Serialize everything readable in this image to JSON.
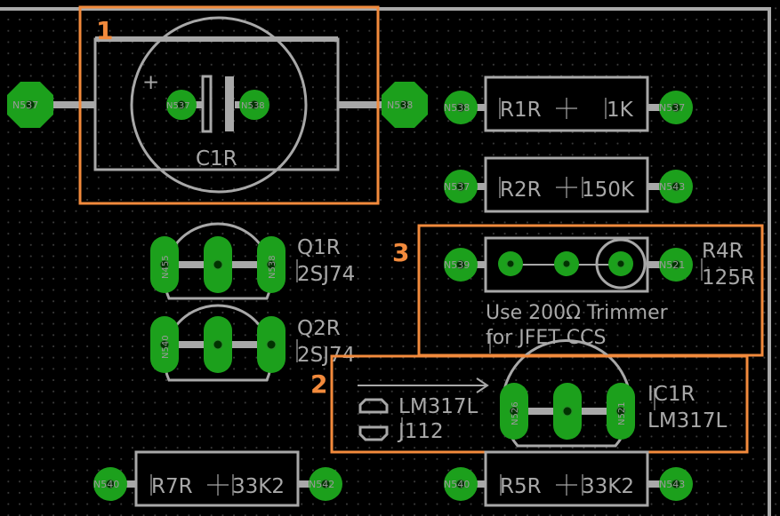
{
  "highlights": {
    "box1_number": "1",
    "box2_number": "2",
    "box3_number": "3"
  },
  "pads": {
    "n537_left": "N537",
    "n537_cap": "N537",
    "n538_cap": "N538",
    "n538_right": "N538",
    "r1_left": "N538",
    "r1_right": "N537",
    "r2_left": "N537",
    "r2_right": "N543",
    "q1_a": "N455",
    "q1_c": "N538",
    "q2_a": "N540",
    "r4_left": "N539",
    "r4_right": "N521",
    "ic1_left": "N526",
    "ic1_right": "N521",
    "r7_left": "N540",
    "r7_right": "N542",
    "r5_left": "N540",
    "r5_right": "N543"
  },
  "components": {
    "c1r_name": "C1R",
    "c1r_polarity": "+",
    "r1_name": "R1R",
    "r1_value": "1K",
    "r2_name": "R2R",
    "r2_value": "150K",
    "q1_name": "Q1R",
    "q1_value": "2SJ74",
    "q2_name": "Q2R",
    "q2_value": "2SJ74",
    "r4_name": "R4R",
    "r4_value": "125R",
    "ic1_name": "IC1R",
    "ic1_value": "LM317L",
    "r7_name": "R7R",
    "r7_value": "33K2",
    "r5_name": "R5R",
    "r5_value": "33K2"
  },
  "notes": {
    "trimmer_line1": "Use 200Ω Trimmer",
    "trimmer_line2": "for JFET CCS",
    "legend_lm317": "LM317L",
    "legend_j112": "J112"
  }
}
